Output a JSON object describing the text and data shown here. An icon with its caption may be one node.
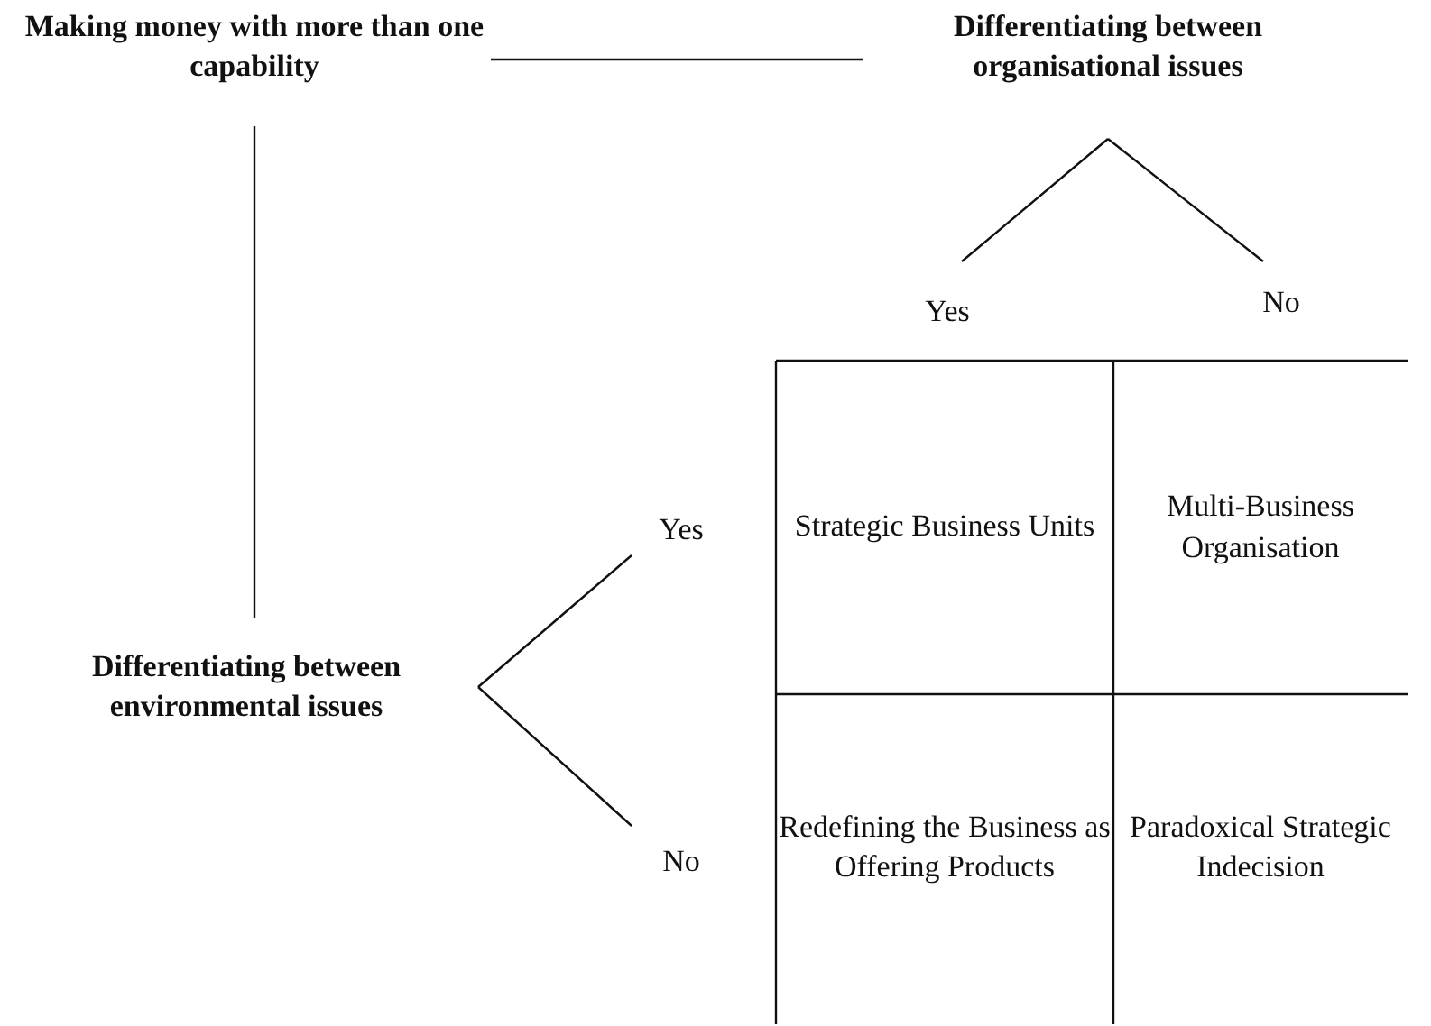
{
  "diagram": {
    "nodes": [
      {
        "text": [
          "Making money with more than one capability"
        ]
      },
      {
        "text": [
          "Differentiating between organisational issues"
        ]
      },
      {
        "text": [
          "Yes"
        ]
      },
      {
        "text": [
          "No"
        ]
      },
      {
        "text": [
          "Differentiating between environmental issues"
        ]
      },
      {
        "text": [
          "Yes"
        ]
      },
      {
        "text": [
          "No"
        ]
      },
      {
        "text": [
          "Strategic Business Units"
        ]
      },
      {
        "text": [
          "Multi-Business Organisation"
        ]
      },
      {
        "text": [
          "Redefining the Business as Offering Products"
        ]
      },
      {
        "text": [
          "Paradoxical Strategic Indecision"
        ]
      }
    ],
    "edges": [
      {
        "from": 0,
        "to": 1,
        "arrow": "none"
      },
      {
        "from": 0,
        "to": 4,
        "arrow": "none"
      },
      {
        "from": 1,
        "to": 2,
        "arrow": "none"
      },
      {
        "from": 1,
        "to": 3,
        "arrow": "none"
      },
      {
        "from": 4,
        "to": 5,
        "arrow": "none"
      },
      {
        "from": 4,
        "to": 6,
        "arrow": "none"
      }
    ]
  }
}
